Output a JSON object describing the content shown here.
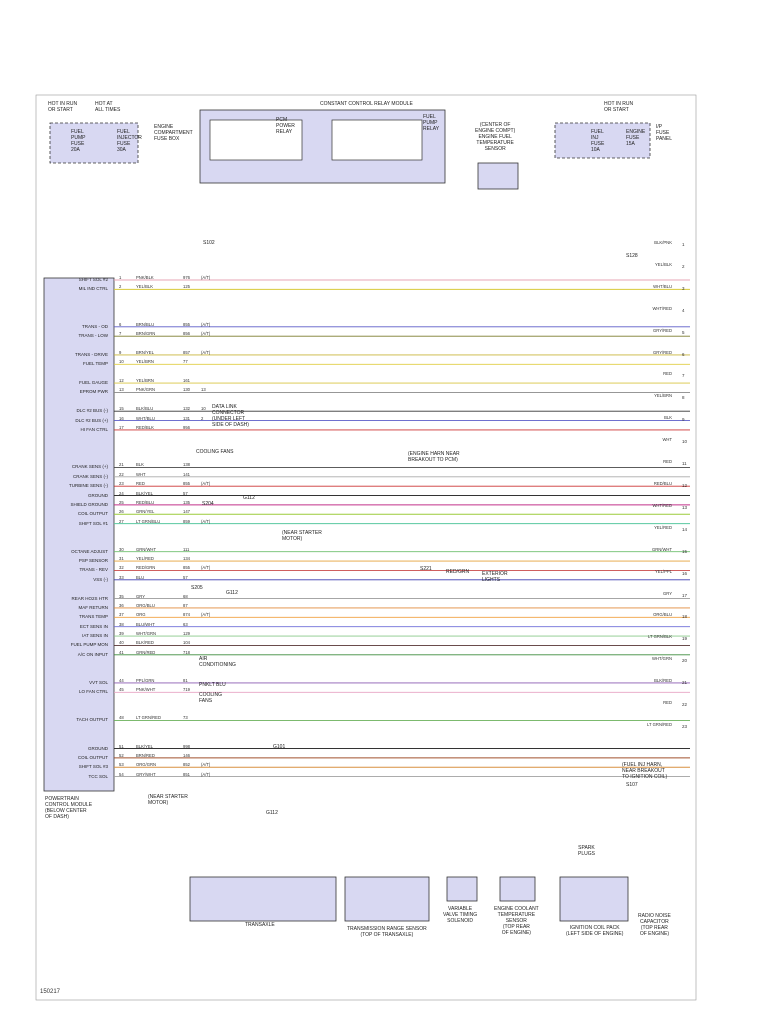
{
  "figure_id": "150217",
  "top": {
    "hot_run_start": "HOT IN RUN\nOR START",
    "hot_all_times": "HOT AT\nALL TIMES",
    "hot_run_start_right": "HOT IN RUN\nOR START",
    "fuel_pump_fuse": "FUEL\nPUMP\nFUSE\n20A",
    "fuel_injector_fuse": "FUEL\nINJECTOR\nFUSE\n30A",
    "engine_compartment_fuse_box": "ENGINE\nCOMPARTMENT\nFUSE BOX",
    "ccrm_title": "CONSTANT CONTROL RELAY MODULE",
    "pcm_power_relay": "PCM\nPOWER\nRELAY",
    "fuel_pump_relay": "FUEL\nPUMP\nRELAY",
    "eft_sensor": "(CENTER OF\nENGINE COMPT)\nENGINE FUEL\nTEMPERATURE\nSENSOR",
    "fuel_inj_fuse": "FUEL\nINJ\nFUSE\n10A",
    "engine_fuse": "ENGINE\nFUSE\n15A",
    "ip_fuse_panel": "I/P\nFUSE\nPANEL"
  },
  "splices": {
    "s102": "S102",
    "s128": "S128",
    "s204": "S204",
    "s205": "S205",
    "s221": "S221",
    "g101": "G101",
    "g112a": "G112",
    "g112b": "G112",
    "g112c": "G112",
    "s107": "S107"
  },
  "pcm": {
    "left_labels": [
      {
        "pin": "1",
        "label": "SHIFT SOL #2"
      },
      {
        "pin": "2",
        "label": "MIL IND CTRL"
      },
      {
        "pin": "6",
        "label": "TRANS - OD"
      },
      {
        "pin": "7",
        "label": "TRANS - LOW"
      },
      {
        "pin": "9",
        "label": "TRANS - DRIVE"
      },
      {
        "pin": "10",
        "label": "FUEL TEMP"
      },
      {
        "pin": "12",
        "label": "FUEL GAUGE"
      },
      {
        "pin": "13",
        "label": "EPROM PWR"
      },
      {
        "pin": "15",
        "label": "DLC #2 BUS (-)"
      },
      {
        "pin": "16",
        "label": "DLC #2 BUS (+)"
      },
      {
        "pin": "17",
        "label": "HI FAN CTRL"
      },
      {
        "pin": "21",
        "label": "CRANK SENS (+)"
      },
      {
        "pin": "22",
        "label": "CRANK SENS (-)"
      },
      {
        "pin": "23",
        "label": "TURBINE SENS (-)"
      },
      {
        "pin": "24",
        "label": "GROUND"
      },
      {
        "pin": "25",
        "label": "SHIELD GROUND"
      },
      {
        "pin": "26",
        "label": "COIL OUTPUT"
      },
      {
        "pin": "27",
        "label": "SHIFT SOL #1"
      },
      {
        "pin": "30",
        "label": "OCTANE ADJUST"
      },
      {
        "pin": "31",
        "label": "PSP SENSOR"
      },
      {
        "pin": "32",
        "label": "TRANS - REV"
      },
      {
        "pin": "33",
        "label": "VSS (-)"
      },
      {
        "pin": "35",
        "label": "REAR HO2S HTR"
      },
      {
        "pin": "36",
        "label": "MAF RETURN"
      },
      {
        "pin": "37",
        "label": "TRANS TEMP"
      },
      {
        "pin": "38",
        "label": "ECT SENS IN"
      },
      {
        "pin": "39",
        "label": "IAT SENS IN"
      },
      {
        "pin": "40",
        "label": "FUEL PUMP MON"
      },
      {
        "pin": "41",
        "label": "A/C ON INPUT"
      },
      {
        "pin": "44",
        "label": "VVT SOL"
      },
      {
        "pin": "45",
        "label": "LO FAN CTRL"
      },
      {
        "pin": "48",
        "label": "TACH OUTPUT"
      },
      {
        "pin": "51",
        "label": "GROUND"
      },
      {
        "pin": "52",
        "label": "COIL OUTPUT"
      },
      {
        "pin": "53",
        "label": "SHIFT SOL #3"
      },
      {
        "pin": "54",
        "label": "TCC SOL"
      }
    ],
    "caption": "POWERTRAIN\nCONTROL MODULE\n(BELOW CENTER\nOF DASH)"
  },
  "wires": [
    {
      "pin": "1",
      "color": "PNK/BLK",
      "circuit": "976",
      "note": "(A/T)",
      "hex": "#e7a4b4"
    },
    {
      "pin": "2",
      "color": "YEL/BLK",
      "circuit": "125",
      "note": "",
      "hex": "#d8c93a"
    },
    {
      "pin": "6",
      "color": "BRN/BLU",
      "circuit": "855",
      "note": "(A/T)",
      "hex": "#5b5bc8"
    },
    {
      "pin": "7",
      "color": "BRN/GRN",
      "circuit": "856",
      "note": "(A/T)",
      "hex": "#7a7a2a"
    },
    {
      "pin": "9",
      "color": "BRN/YEL",
      "circuit": "857",
      "note": "(A/T)",
      "hex": "#c9b43a"
    },
    {
      "pin": "10",
      "color": "YEL/BRN",
      "circuit": "77",
      "note": "",
      "hex": "#e0cd43"
    },
    {
      "pin": "12",
      "color": "YEL/BRN",
      "circuit": "161",
      "note": "",
      "hex": "#d9c540"
    },
    {
      "pin": "13",
      "color": "PNK/GRN",
      "circuit": "130",
      "note": "13",
      "hex": "#888888"
    },
    {
      "pin": "15",
      "color": "BLK/BLU",
      "circuit": "132",
      "note": "10",
      "hex": "#333333"
    },
    {
      "pin": "16",
      "color": "WHT/BLU",
      "circuit": "131",
      "note": "2",
      "hex": "#5b5bc8"
    },
    {
      "pin": "17",
      "color": "RED/BLK",
      "circuit": "956",
      "note": "",
      "hex": "#cc3333"
    },
    {
      "pin": "21",
      "color": "BLK",
      "circuit": "138",
      "note": "",
      "hex": "#444444"
    },
    {
      "pin": "22",
      "color": "WHT",
      "circuit": "141",
      "note": "",
      "hex": "#aaaaaa"
    },
    {
      "pin": "23",
      "color": "RED",
      "circuit": "855",
      "note": "(A/T)",
      "hex": "#cc3333"
    },
    {
      "pin": "24",
      "color": "BLK/YEL",
      "circuit": "57",
      "note": "",
      "hex": "#333333"
    },
    {
      "pin": "25",
      "color": "RED/BLU",
      "circuit": "135",
      "note": "",
      "hex": "#c2308a"
    },
    {
      "pin": "26",
      "color": "GRN/YEL",
      "circuit": "147",
      "note": "",
      "hex": "#9ccc3a"
    },
    {
      "pin": "27",
      "color": "LT GRN/BLU",
      "circuit": "859",
      "note": "(A/T)",
      "hex": "#58c8a0"
    },
    {
      "pin": "30",
      "color": "GRN/WHT",
      "circuit": "111",
      "note": "",
      "hex": "#6fbf6f"
    },
    {
      "pin": "31",
      "color": "YEL/RED",
      "circuit": "134",
      "note": "",
      "hex": "#e5a23a"
    },
    {
      "pin": "32",
      "color": "RED/GRN",
      "circuit": "855",
      "note": "(A/T)",
      "hex": "#c84848"
    },
    {
      "pin": "33",
      "color": "BLU",
      "circuit": "57",
      "note": "",
      "hex": "#3a3ab0"
    },
    {
      "pin": "35",
      "color": "GRY",
      "circuit": "68",
      "note": "",
      "hex": "#999999"
    },
    {
      "pin": "36",
      "color": "ORG/BLU",
      "circuit": "87",
      "note": "",
      "hex": "#e28a3a"
    },
    {
      "pin": "37",
      "color": "ORG",
      "circuit": "874",
      "note": "(A/T)",
      "hex": "#f0a040"
    },
    {
      "pin": "38",
      "color": "BLU/WHT",
      "circuit": "63",
      "note": "",
      "hex": "#6f6fd8"
    },
    {
      "pin": "39",
      "color": "WHT/GRN",
      "circuit": "129",
      "note": "",
      "hex": "#88c888"
    },
    {
      "pin": "40",
      "color": "BLK/RED",
      "circuit": "104",
      "note": "",
      "hex": "#553333"
    },
    {
      "pin": "41",
      "color": "GRN/RED",
      "circuit": "718",
      "note": "",
      "hex": "#3a8a3a"
    },
    {
      "pin": "44",
      "color": "PPL/GRN",
      "circuit": "81",
      "note": "",
      "hex": "#8a5ab0"
    },
    {
      "pin": "45",
      "color": "PNK/WHT",
      "circuit": "719",
      "note": "",
      "hex": "#e7a4c4"
    },
    {
      "pin": "48",
      "color": "LT GRN/RED",
      "circuit": "73",
      "note": "",
      "hex": "#6ab05a"
    },
    {
      "pin": "51",
      "color": "BLK/YEL",
      "circuit": "998",
      "note": "",
      "hex": "#333333"
    },
    {
      "pin": "52",
      "color": "BRN/RED",
      "circuit": "146",
      "note": "",
      "hex": "#a0522d"
    },
    {
      "pin": "53",
      "color": "ORG/GRN",
      "circuit": "852",
      "note": "(A/T)",
      "hex": "#d89040"
    },
    {
      "pin": "54",
      "color": "GRY/WHT",
      "circuit": "851",
      "note": "(A/T)",
      "hex": "#a0a0a0"
    }
  ],
  "right_edge": [
    {
      "num": "1",
      "label": "BLK/PNK"
    },
    {
      "num": "2",
      "label": "YEL/BLK"
    },
    {
      "num": "3",
      "label": "WHT/BLU"
    },
    {
      "num": "4",
      "label": "WHT/RED"
    },
    {
      "num": "5",
      "label": "GRY/RED"
    },
    {
      "num": "6",
      "label": "GRY/RED"
    },
    {
      "num": "7",
      "label": "RED"
    },
    {
      "num": "8",
      "label": "YEL/BRN"
    },
    {
      "num": "9",
      "label": "BLK"
    },
    {
      "num": "10",
      "label": "WHT"
    },
    {
      "num": "11",
      "label": "RED"
    },
    {
      "num": "12",
      "label": "RED/BLU"
    },
    {
      "num": "13",
      "label": "WHT/RED"
    },
    {
      "num": "14",
      "label": "YEL/RED"
    },
    {
      "num": "15",
      "label": "GRN/WHT"
    },
    {
      "num": "16",
      "label": "YEL/PPL"
    },
    {
      "num": "17",
      "label": "GRY"
    },
    {
      "num": "18",
      "label": "ORG/BLU"
    },
    {
      "num": "19",
      "label": "LT GRN/BLK"
    },
    {
      "num": "20",
      "label": "WHT/GRN"
    },
    {
      "num": "21",
      "label": "BLK/RED"
    },
    {
      "num": "22",
      "label": "RED"
    },
    {
      "num": "23",
      "label": "LT GRN/RED"
    }
  ],
  "notes": {
    "datalink": "DATA LINK\nCONNECTOR\n(UNDER LEFT\nSIDE OF DASH)",
    "cooling_fans_hi": "COOLING FANS",
    "engine_harn": "(ENGINE HARN NEAR\nBREAKOUT TO PCM)",
    "near_starter_1": "(NEAR STARTER\nMOTOR)",
    "near_starter_2": "(NEAR STARTER\nMOTOR)",
    "exterior_lights": "EXTERIOR\nLIGHTS",
    "ac": "AIR\nCONDITIONING",
    "cooling_fans_lo": "COOLING\nFANS",
    "inrush": "PNKLT BLU",
    "red_grn": "RED/GRN",
    "fuel_inj_harn": "(FUEL INJ HARN,\nNEAR BREAKOUT\nTO IGNITION COIL)"
  },
  "bottom": {
    "transaxle": "TRANSAXLE",
    "trs": "TRANSMISSION RANGE SENSOR\n(TOP OF TRANSAXLE)",
    "vvt": "VARIABLE\nVALVE TIMING\nSOLENOID",
    "ect": "ENGINE COOLANT\nTEMPERATURE\nSENSOR\n(TOP REAR\nOF ENGINE)",
    "coil_pack": "IGNITION COIL PACK\n(LEFT SIDE OF ENGINE)",
    "spark_plugs": "SPARK\nPLUGS",
    "capacitor": "RADIO NOISE\nCAPACITOR\n(TOP REAR\nOF ENGINE)"
  }
}
